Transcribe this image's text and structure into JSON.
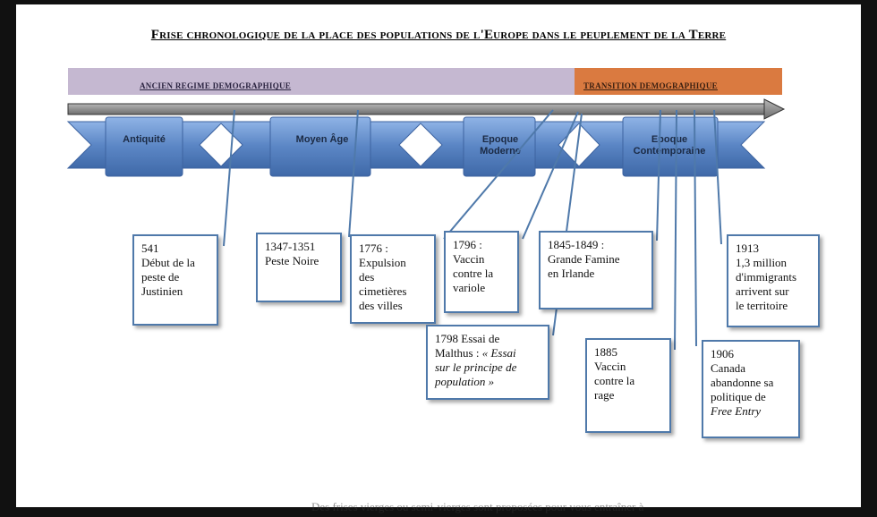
{
  "title": "Frise chronologique de la place des populations de l'Europe dans le peuplement de la Terre",
  "bands": {
    "ancien": "ANCIEN REGIME DEMOGRAPHIQUE",
    "transition": "TRANSITION DEMOGRAPHIQUE"
  },
  "colors": {
    "ancien_band": "#c5b8d1",
    "transition_band": "#da7a40",
    "timeline_blue": "#5b86c5",
    "box_border": "#4f79aa",
    "arrow": "#8a8a8a"
  },
  "periods": [
    {
      "label": "Antiquité"
    },
    {
      "label": "Moyen Âge"
    },
    {
      "label_line1": "Epoque",
      "label_line2": "Moderne"
    },
    {
      "label_line1": "Epoque",
      "label_line2": "Contemporaine"
    }
  ],
  "events": [
    {
      "lines": [
        "541",
        "Début de la",
        "peste de",
        "Justinien"
      ]
    },
    {
      "lines": [
        "1347-1351",
        "Peste Noire"
      ]
    },
    {
      "lines": [
        "1776 :",
        "Expulsion",
        "des",
        "cimetières",
        "des villes"
      ]
    },
    {
      "lines": [
        "1796 :",
        "Vaccin",
        "contre la",
        "variole"
      ]
    },
    {
      "line1": "1798 Essai de",
      "line2_plain": "Malthus : ",
      "line2_italic": "« Essai",
      "line3_italic": "sur le principe de",
      "line4_italic": "population »"
    },
    {
      "lines": [
        "1845-1849 :",
        "Grande Famine",
        "en Irlande"
      ]
    },
    {
      "lines": [
        "1885",
        "Vaccin",
        "contre la",
        "rage"
      ]
    },
    {
      "lines": [
        "1906",
        "Canada",
        "abandonne sa",
        "politique de"
      ],
      "italic_line": "Free Entry"
    },
    {
      "lines": [
        "1913",
        "1,3 million",
        "d'immigrants",
        "arrivent sur",
        "le territoire"
      ]
    }
  ],
  "footer": "Des frises vierges ou semi-vierges sont proposées pour vous entraîner à"
}
